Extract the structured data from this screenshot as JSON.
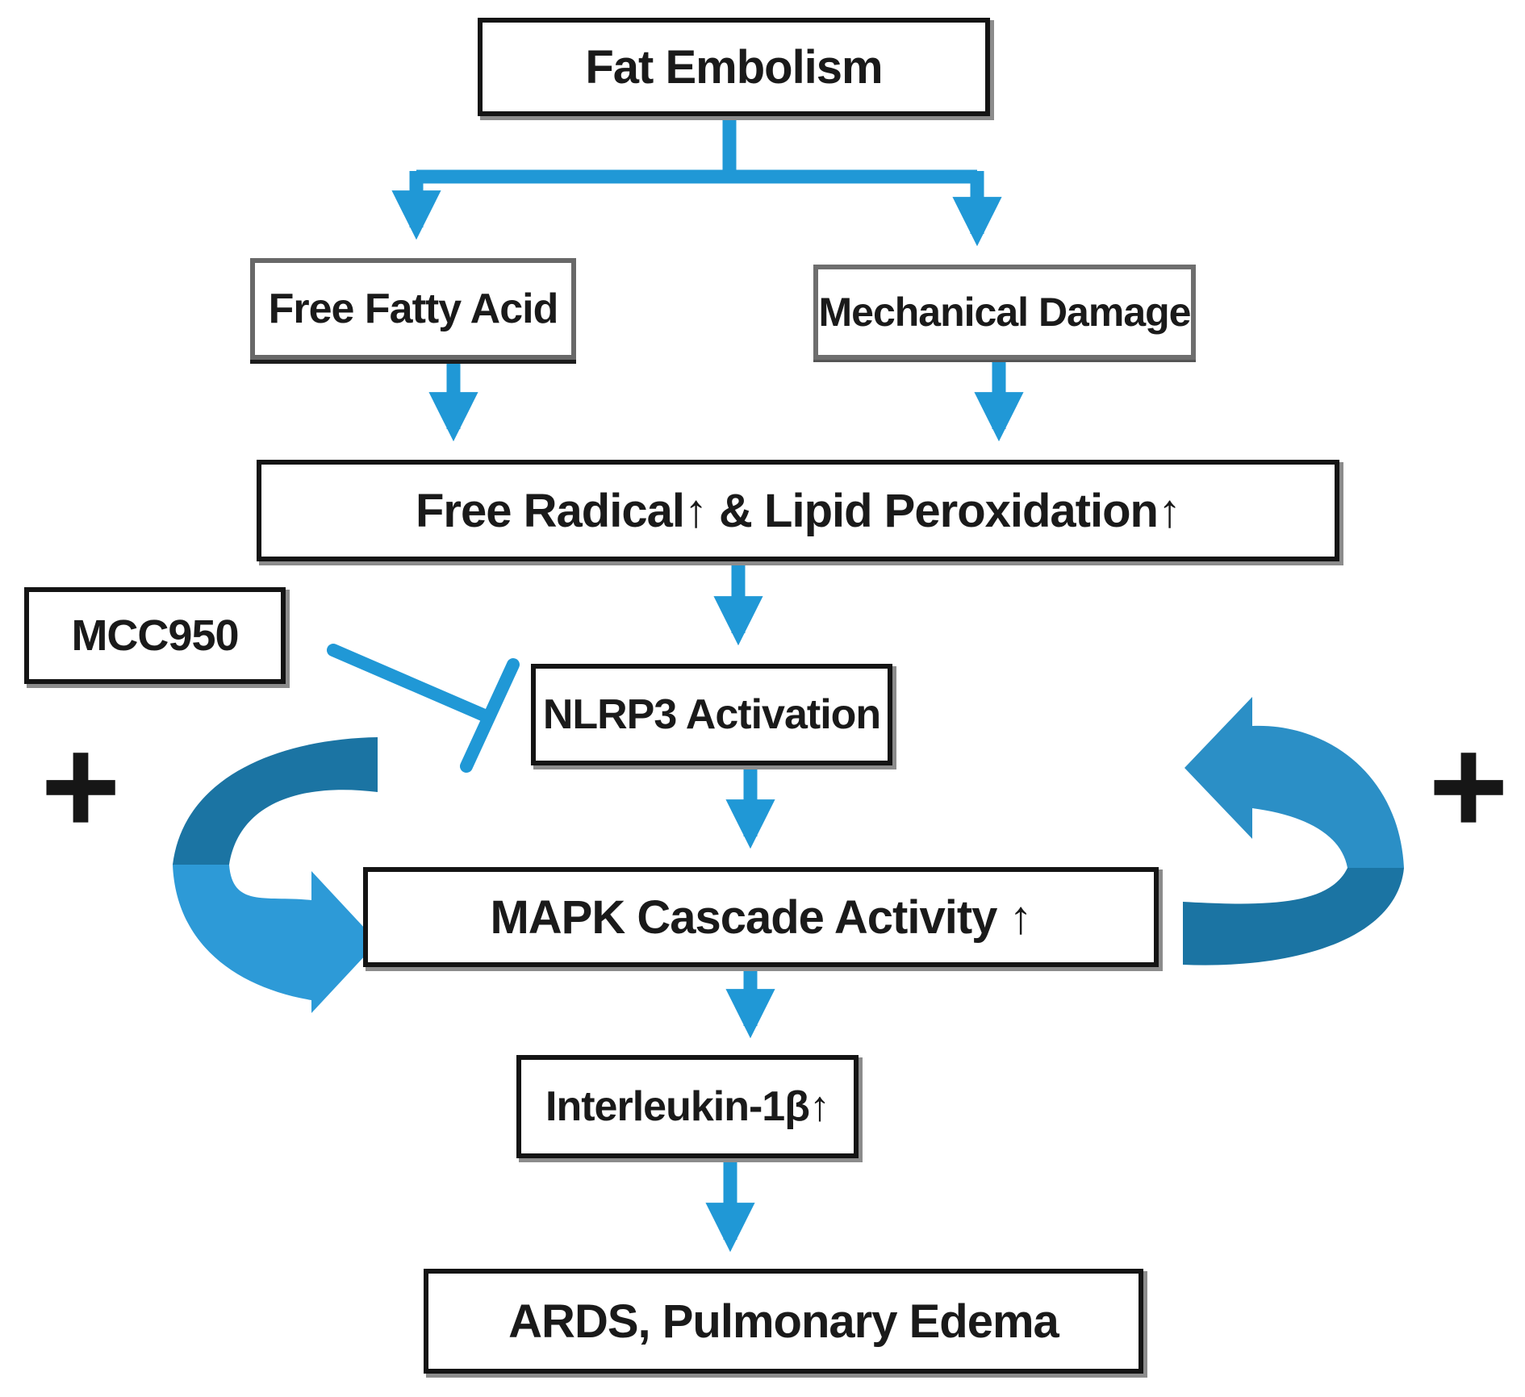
{
  "diagram": {
    "title_implicit": "Fat embolism signaling pathway flowchart",
    "nodes": {
      "fat_embolism": {
        "label": "Fat Embolism"
      },
      "free_fatty_acid": {
        "label": "Free Fatty Acid"
      },
      "mechanical_damage": {
        "label": "Mechanical Damage"
      },
      "free_radical": {
        "label": "Free Radical↑ & Lipid Peroxidation↑"
      },
      "mcc950": {
        "label": "MCC950"
      },
      "nlrp3": {
        "label": "NLRP3 Activation"
      },
      "mapk": {
        "label": "MAPK Cascade Activity ↑"
      },
      "interleukin": {
        "label": "Interleukin-1β↑"
      },
      "ards": {
        "label": "ARDS, Pulmonary Edema"
      }
    },
    "annotations": {
      "plus_left": "+",
      "plus_right": "+"
    },
    "edges": [
      {
        "from": "fat_embolism",
        "to": "free_fatty_acid",
        "type": "arrow"
      },
      {
        "from": "fat_embolism",
        "to": "mechanical_damage",
        "type": "arrow"
      },
      {
        "from": "free_fatty_acid",
        "to": "free_radical",
        "type": "arrow"
      },
      {
        "from": "mechanical_damage",
        "to": "free_radical",
        "type": "arrow"
      },
      {
        "from": "free_radical",
        "to": "nlrp3",
        "type": "arrow"
      },
      {
        "from": "mcc950",
        "to": "nlrp3",
        "type": "inhibition"
      },
      {
        "from": "nlrp3",
        "to": "mapk",
        "type": "arrow"
      },
      {
        "from": "mapk",
        "to": "interleukin",
        "type": "arrow"
      },
      {
        "from": "interleukin",
        "to": "ards",
        "type": "arrow"
      },
      {
        "between": [
          "nlrp3",
          "mapk"
        ],
        "type": "positive-feedback-loop",
        "side": "left",
        "label": "+"
      },
      {
        "between": [
          "nlrp3",
          "mapk"
        ],
        "type": "positive-feedback-loop",
        "side": "right",
        "label": "+"
      }
    ],
    "colors": {
      "connector_blue": "#2098D6",
      "curved_arrow_dark": "#1B74A3",
      "curved_arrow_light": "#2D9AD7",
      "curved_arrow_mid": "#2B8FC6",
      "box_border_black": "#141414",
      "box_border_gray": "#686868",
      "shadow_gray": "#8C8C8C",
      "text_color": "#1A1A1A",
      "background": "#FFFFFF"
    }
  }
}
